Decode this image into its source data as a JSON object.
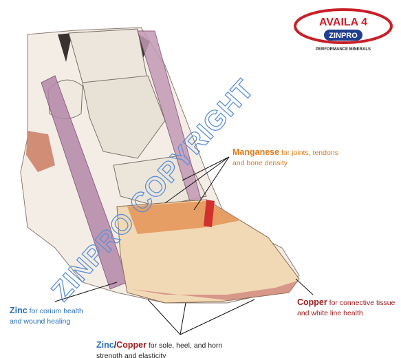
{
  "logo": {
    "brand": "AVAILA 4",
    "sub": "ZINPRO",
    "tagline": "PERFORMANCE MINERALS"
  },
  "watermark": "ZINPRO COPYRIGHT",
  "labels": {
    "manganese": {
      "title": "Manganese",
      "l1": "for joints, tendons",
      "l2": "and bone density"
    },
    "zinc": {
      "title": "Zinc",
      "l1": "for corium health",
      "l2": "and wound healing"
    },
    "copper": {
      "title": "Copper",
      "l1": "for connective tissue",
      "l2": "and white line health"
    },
    "zinc_copper": {
      "t1": "Zinc",
      "sep": "/",
      "t2": "Copper",
      "l1": "for sole, heel, and horn",
      "l2": "strength and elasticity"
    }
  },
  "colors": {
    "zinc": "#2a6fb8",
    "copper": "#9c1d20",
    "manganese": "#e07a1a",
    "logo_red": "#c8202a",
    "logo_blue": "#1f3f8f"
  }
}
